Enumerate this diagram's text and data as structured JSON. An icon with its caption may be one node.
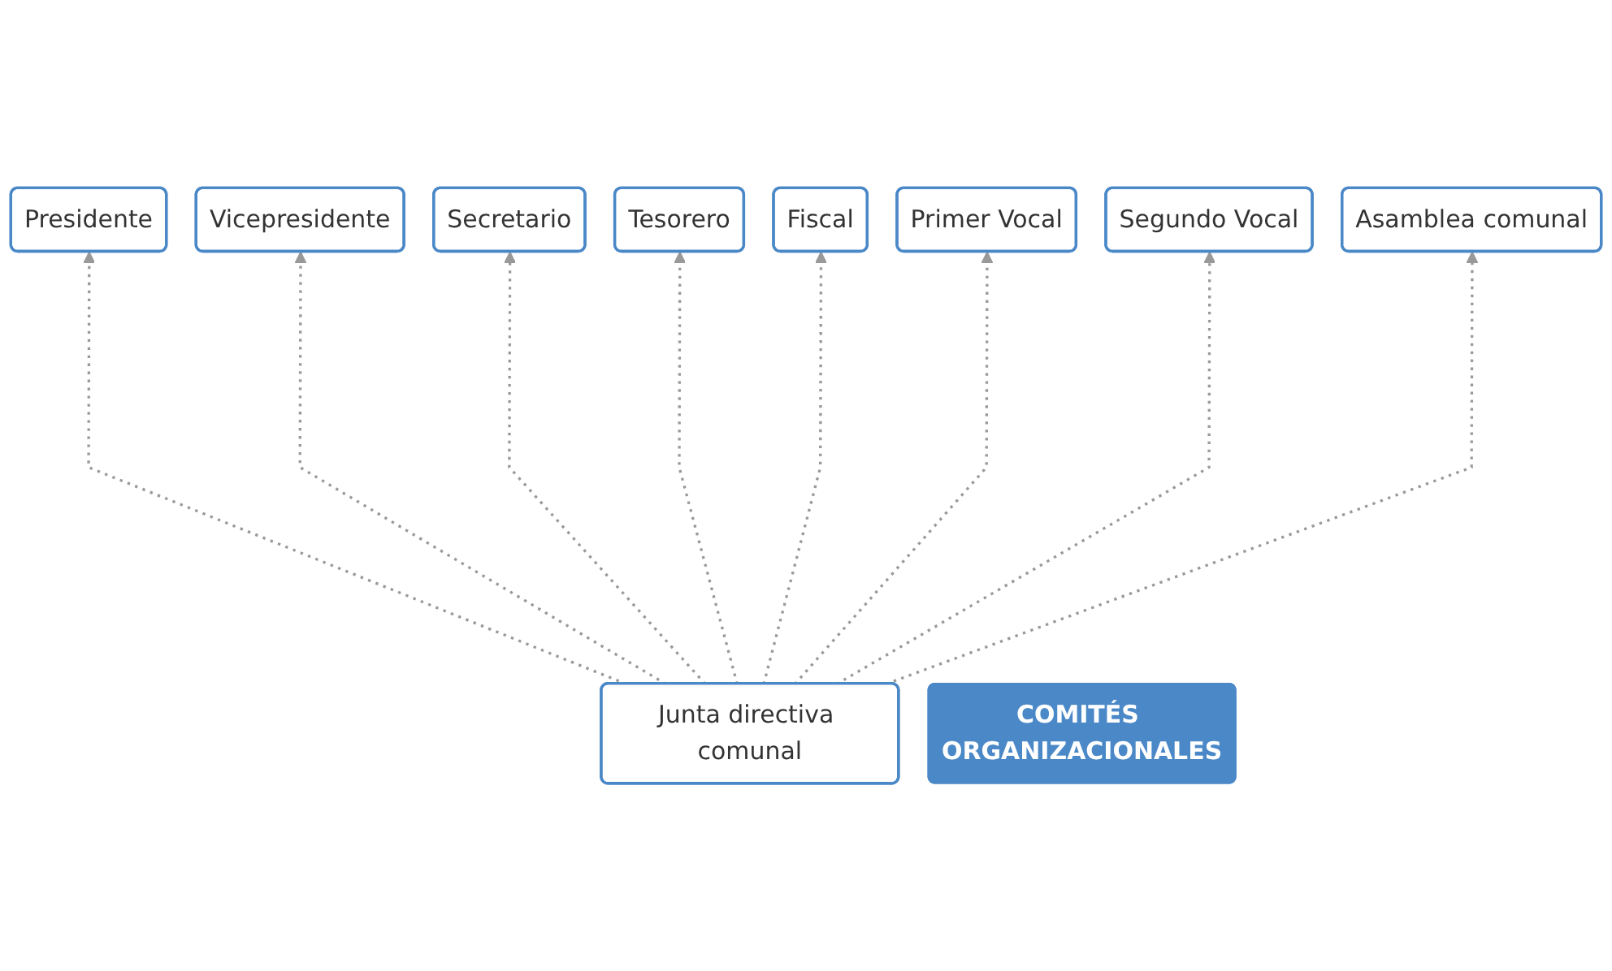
{
  "diagram": {
    "nodes": [
      {
        "text": [
          "COMITÉS ORGANIZACIONALES"
        ]
      },
      {
        "text": [
          "Presidente"
        ]
      },
      {
        "text": [
          "Vicepresidente"
        ]
      },
      {
        "text": [
          "Secretario"
        ]
      },
      {
        "text": [
          "Tesorero"
        ]
      },
      {
        "text": [
          "Fiscal"
        ]
      },
      {
        "text": [
          "Primer Vocal"
        ]
      },
      {
        "text": [
          "Segundo Vocal"
        ]
      },
      {
        "text": [
          "Asamblea comunal"
        ]
      },
      {
        "text": [
          "Junta directiva comunal"
        ]
      }
    ],
    "edges": [
      {
        "from": 9,
        "to": 1,
        "arrow": "to",
        "style": "dashed"
      },
      {
        "from": 9,
        "to": 2,
        "arrow": "to",
        "style": "dashed"
      },
      {
        "from": 9,
        "to": 3,
        "arrow": "to",
        "style": "dashed"
      },
      {
        "from": 9,
        "to": 4,
        "arrow": "to",
        "style": "dashed"
      },
      {
        "from": 9,
        "to": 5,
        "arrow": "to",
        "style": "dashed"
      },
      {
        "from": 9,
        "to": 6,
        "arrow": "to",
        "style": "dashed"
      },
      {
        "from": 9,
        "to": 7,
        "arrow": "to",
        "style": "dashed"
      },
      {
        "from": 9,
        "to": 8,
        "arrow": "to",
        "style": "dashed"
      }
    ]
  }
}
